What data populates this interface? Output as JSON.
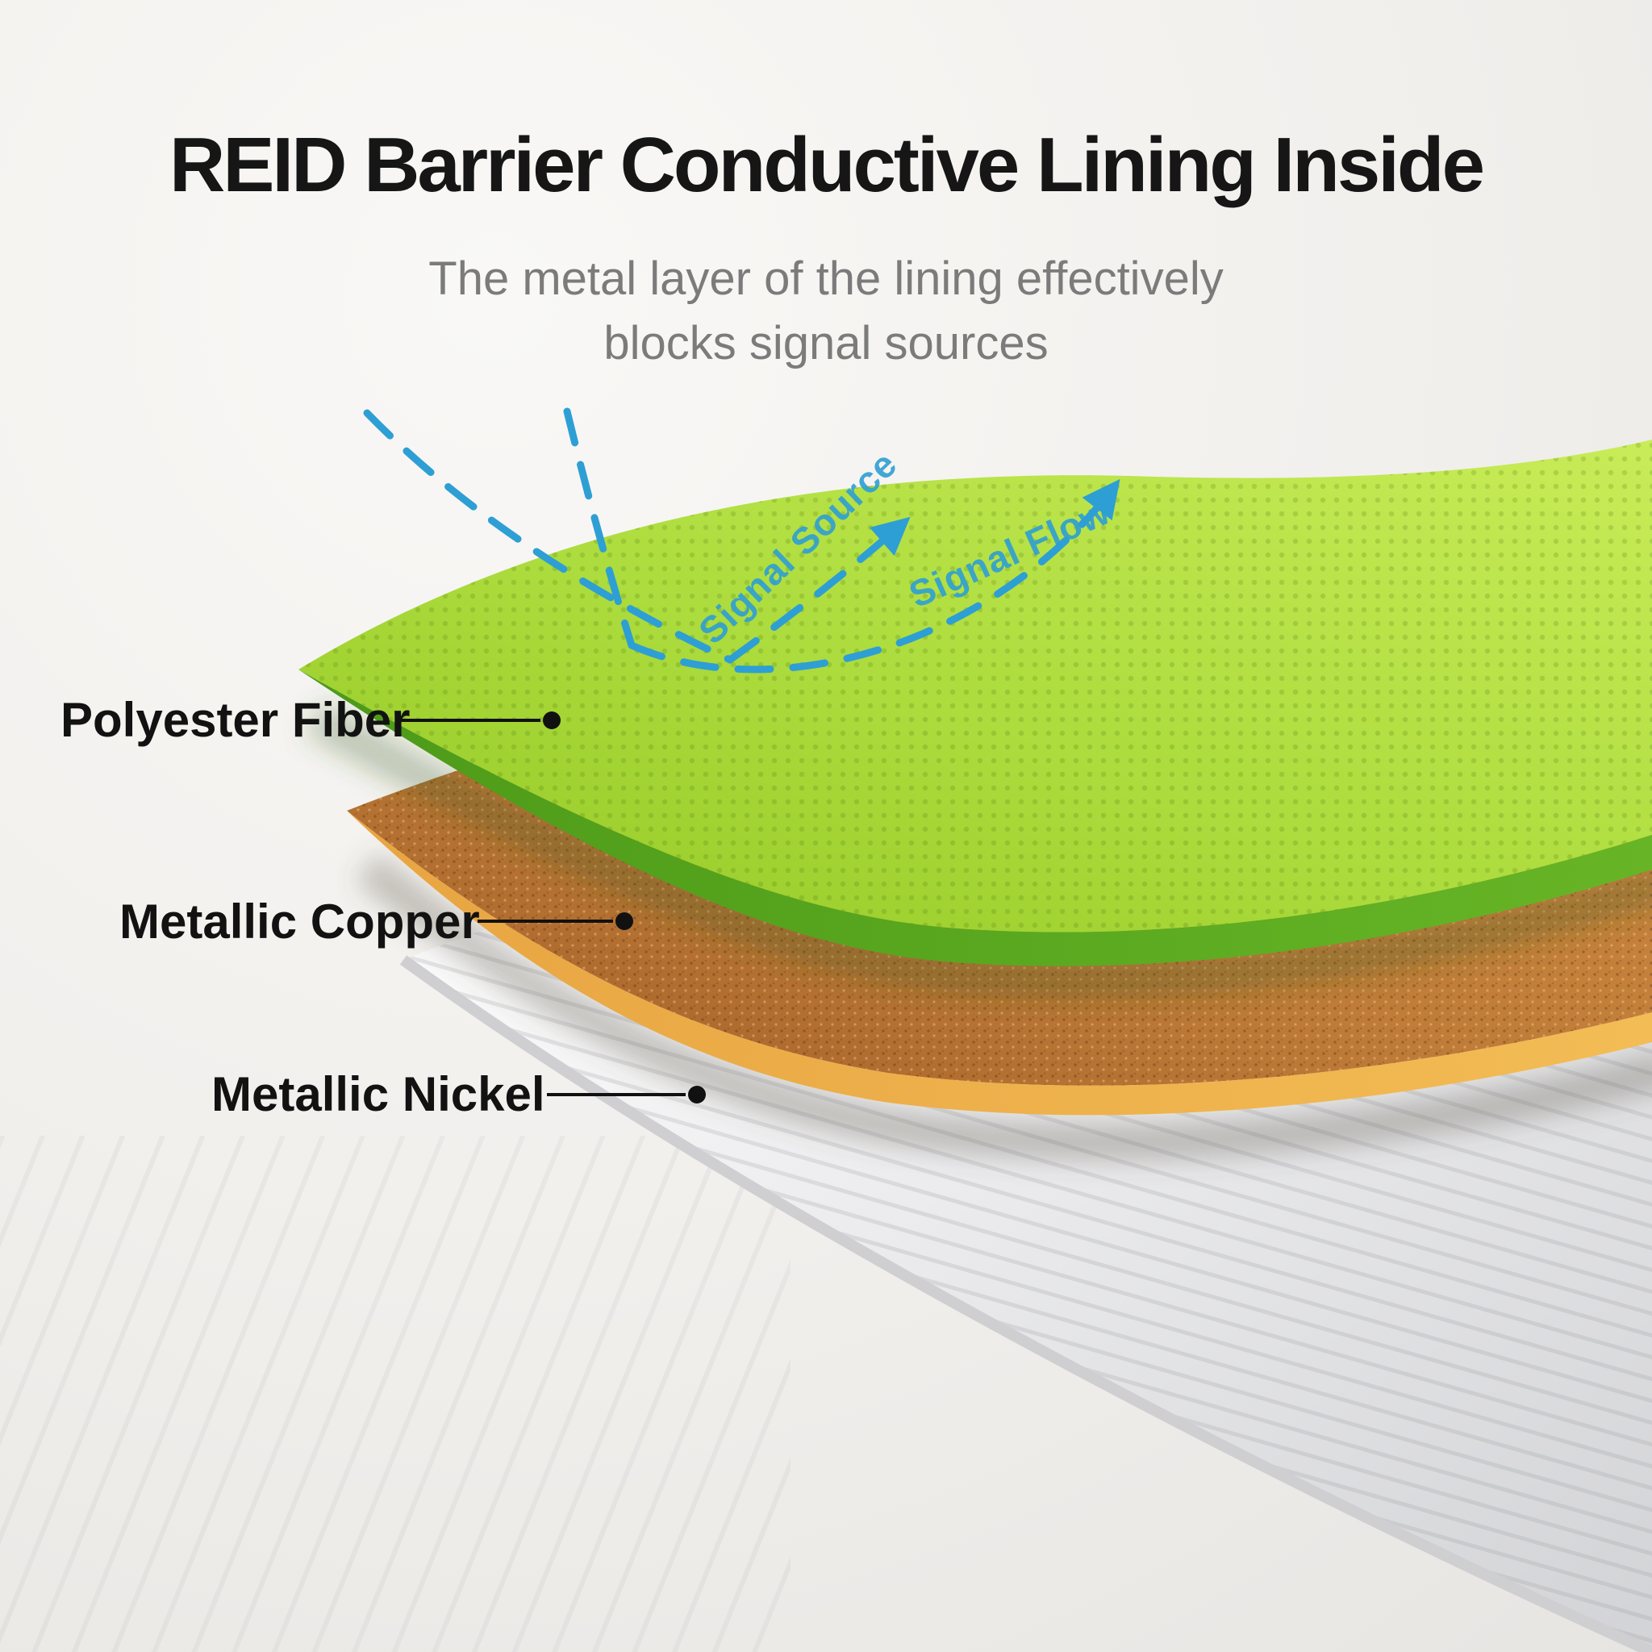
{
  "title": "REID Barrier Conductive Lining Inside",
  "subtitle": {
    "line1": "The metal layer of the lining effectively",
    "line2": "blocks signal sources"
  },
  "layers": [
    {
      "label": "Polyester Fiber",
      "color_top": "#a9d832",
      "color_edge": "#55a21c"
    },
    {
      "label": "Metallic Copper",
      "color_top": "#c07a35",
      "color_edge": "#eeb04e"
    },
    {
      "label": "Metallic Nickel",
      "color_top": "#e6e6e8",
      "color_edge": "#c6c6c9"
    }
  ],
  "signals": {
    "source_label": "Signal Source",
    "flow_label": "Signal Flow",
    "color": "#2e9fd4"
  },
  "colors": {
    "background": "#f1efec",
    "title": "#161616",
    "subtitle": "#7b7b7b",
    "label": "#121212"
  }
}
